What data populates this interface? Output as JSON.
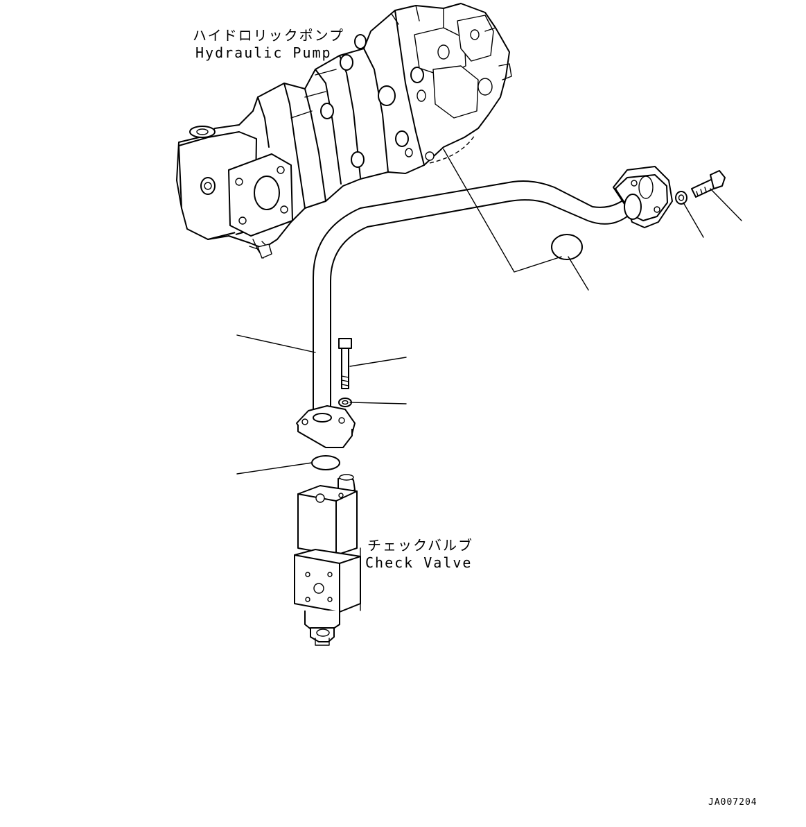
{
  "labels": {
    "pump_jp": "ハイドロリックポンプ",
    "pump_en": "Hydraulic Pump",
    "valve_jp": "チェックバルブ",
    "valve_en": "Check Valve",
    "drawing_id": "JA007204"
  },
  "colors": {
    "line": "#000000",
    "background": "#ffffff"
  }
}
